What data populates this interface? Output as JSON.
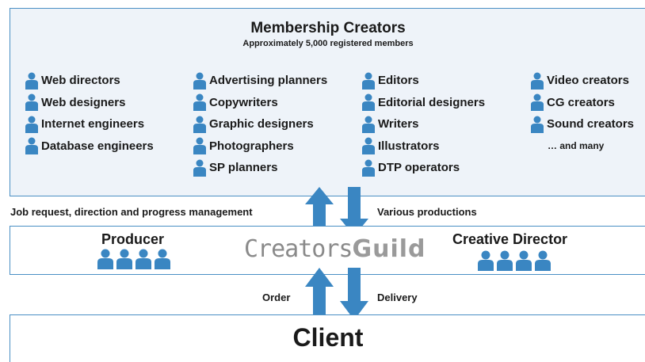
{
  "members": {
    "title": "Membership Creators",
    "subtitle": "Approximately 5,000 registered members",
    "columns": [
      [
        "Web directors",
        "Web designers",
        "Internet engineers",
        "Database engineers"
      ],
      [
        "Advertising planners",
        "Copywriters",
        "Graphic designers",
        "Photographers",
        "SP planners"
      ],
      [
        "Editors",
        "Editorial designers",
        "Writers",
        "Illustrators",
        "DTP operators"
      ],
      [
        "Video creators",
        "CG creators",
        "Sound creators"
      ]
    ],
    "more": "… and many"
  },
  "flows": {
    "upper_left": "Job request, direction and progress management",
    "upper_right": "Various productions",
    "lower_left": "Order",
    "lower_right": "Delivery"
  },
  "guild": {
    "producer": "Producer",
    "creative_director": "Creative Director",
    "logo_part1": "Creators",
    "logo_part2": "Guild"
  },
  "client": {
    "title": "Client"
  },
  "colors": {
    "accent": "#3a86c2",
    "border": "#4a8fc4",
    "panel": "#eef3f9",
    "logo": "#8a8a8a"
  },
  "icons": {
    "person": "person-icon",
    "arrow_up": "arrow-up-icon",
    "arrow_down": "arrow-down-icon"
  }
}
